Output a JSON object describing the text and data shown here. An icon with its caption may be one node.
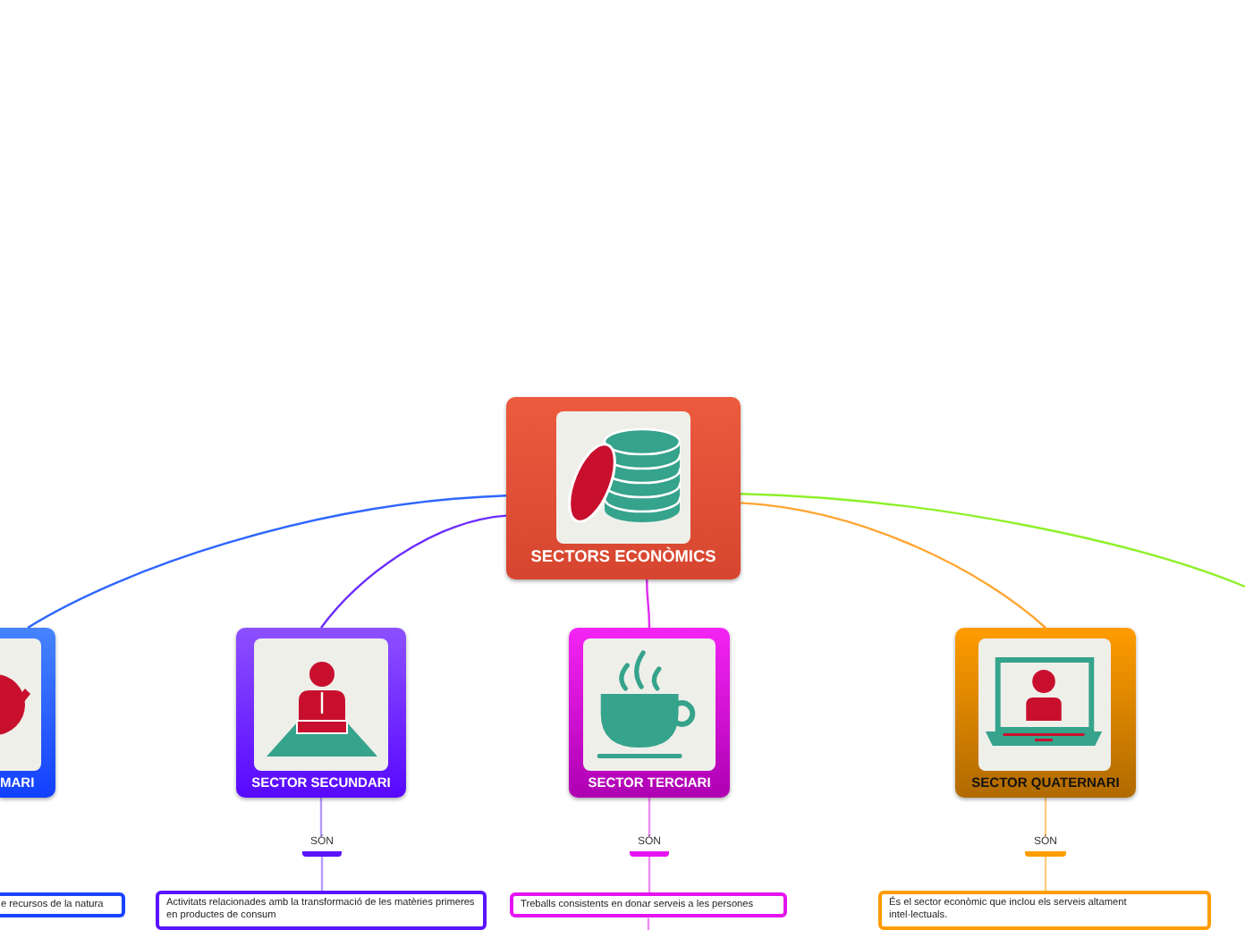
{
  "diagram": {
    "nodes": [
      {
        "text": [
          "SECTORS ECONÒMICS"
        ]
      },
      {
        "text": [
          "MARI"
        ]
      },
      {
        "text": [
          "SECTOR SECUNDARI"
        ]
      },
      {
        "text": [
          "SECTOR TERCIARI"
        ]
      },
      {
        "text": [
          "SECTOR QUATERNARI"
        ]
      },
      {
        "text": [
          "SÓN"
        ]
      },
      {
        "text": [
          "SÓN"
        ]
      },
      {
        "text": [
          "SÓN"
        ]
      },
      {
        "text": [
          "e recursos de la natura"
        ]
      },
      {
        "text": [
          "Activitats relacionades amb la transformació de les matèries primeres en productes de consum"
        ]
      },
      {
        "text": [
          "Treballs consistents en donar serveis a les persones"
        ]
      },
      {
        "text": [
          "És el sector econòmic que inclou els serveis altament intel·lectuals."
        ]
      }
    ],
    "edges": [
      {
        "from": 0,
        "to": 1,
        "arrow": "none",
        "color": "#2f66ff"
      },
      {
        "from": 0,
        "to": 2,
        "arrow": "none",
        "color": "#6b2cff"
      },
      {
        "from": 0,
        "to": 3,
        "arrow": "none",
        "color": "#e02cf0"
      },
      {
        "from": 0,
        "to": 4,
        "arrow": "none",
        "color": "#ffa531"
      },
      {
        "from": 0,
        "to": null,
        "arrow": "none",
        "color": "#8ef02a"
      },
      {
        "from": 2,
        "to": 5,
        "arrow": "none",
        "color": "#b59aff"
      },
      {
        "from": 5,
        "to": 9,
        "arrow": "none",
        "color": "#b59aff"
      },
      {
        "from": 3,
        "to": 6,
        "arrow": "none",
        "color": "#f08cf8"
      },
      {
        "from": 6,
        "to": 10,
        "arrow": "none",
        "color": "#f08cf8"
      },
      {
        "from": 4,
        "to": 7,
        "arrow": "none",
        "color": "#ffcc80"
      },
      {
        "from": 7,
        "to": 11,
        "arrow": "none",
        "color": "#ffcc80"
      },
      {
        "from": 10,
        "to": null,
        "arrow": "none",
        "color": "#f08cf8"
      }
    ]
  }
}
